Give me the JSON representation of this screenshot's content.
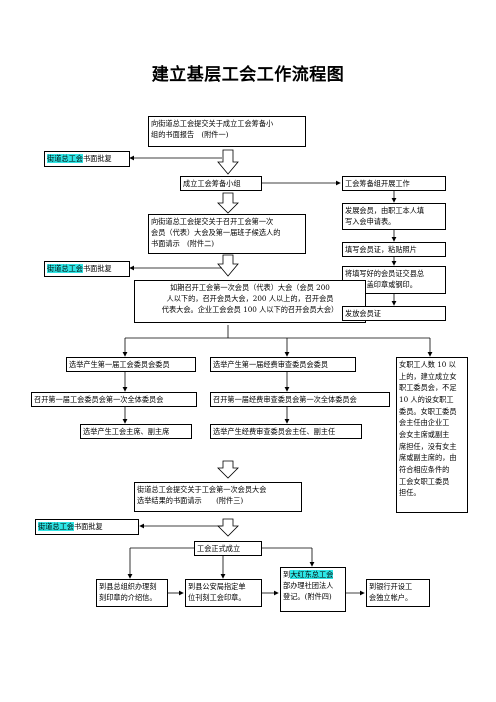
{
  "title": "建立基层工会工作流程图",
  "nodes": {
    "report_line1": "向街道总工会提交关于成立工会筹备小",
    "report_line2": "组的书面报告　(附件一)",
    "approve1_hl": "街道总工会",
    "approve1_rest": "书面批复",
    "prep_group": "成立工会筹备小组",
    "prep_work": "工会筹备组开展工作",
    "request_line1": "向街道总工会提交关于召开工会第一次",
    "request_line2": "会员（代表）大会及第一届班子候选人的",
    "request_line3": "书面请示　(附件二)",
    "develop_line1": "发展会员，由职工本人填",
    "develop_line2": "写入会申请表。",
    "fill_card": "填写会员证，粘贴照片",
    "seal_line1": "将填写好的会员证交县总",
    "seal_line2": "工会加盖印章或钢印。",
    "approve2_hl": "街道总工会",
    "approve2_rest": "书面批复",
    "congress_line1": "如期召开工会第一次会员（代表）大会（会员 200",
    "congress_line2": "人以下的，召开会员大会，200 人以上的，召开会员",
    "congress_line3": "代表大会。企业工会会员 100 人以下的召开会员大会）",
    "issue_card": "发放会员证",
    "elect_committee": "选举产生第一届工会委员会委员",
    "elect_audit": "选举产生第一届经费审查委员会委员",
    "first_meeting": "召开第一届工会委员会第一次全体委员会",
    "first_audit_meeting": "召开第一届经费审查委员会第一次全体委员会",
    "elect_chair": "选举产生工会主席、副主席",
    "elect_audit_chair": "选举产生经费审查委员会主任、副主任",
    "women_note": [
      "女职工人数 10 以",
      "上的，建立成立女",
      "职工委员会，不足",
      "10 人的设女职工",
      "委员。女职工委员",
      "会主任由企业工",
      "会女主席或副主",
      "席担任，没有女主",
      "席或副主席的，由",
      "符合相应条件的",
      "工会女职工委员",
      "担任。"
    ],
    "result_line1": "街道总工会提交关于工会第一次会员大会",
    "result_line2": "选举结果的书面请示　　(附件三)",
    "approve3_hl": "街道总工会",
    "approve3_rest": "书面批复",
    "union_established": "工会正式成立",
    "org_cert_line1": "到县总组织办理刻",
    "org_cert_line2": "刻印章的介绍信。",
    "police_line1": "到县公安局指定单",
    "police_line2": "位刊刻工会印章。",
    "legal_pre": "到",
    "legal_hl1": "大红东总工会",
    "legal_line2": "部办理社团法人",
    "legal_line3": "登记。(附件四)",
    "bank_line1": "到银行开设工",
    "bank_line2": "会独立帐户。"
  }
}
